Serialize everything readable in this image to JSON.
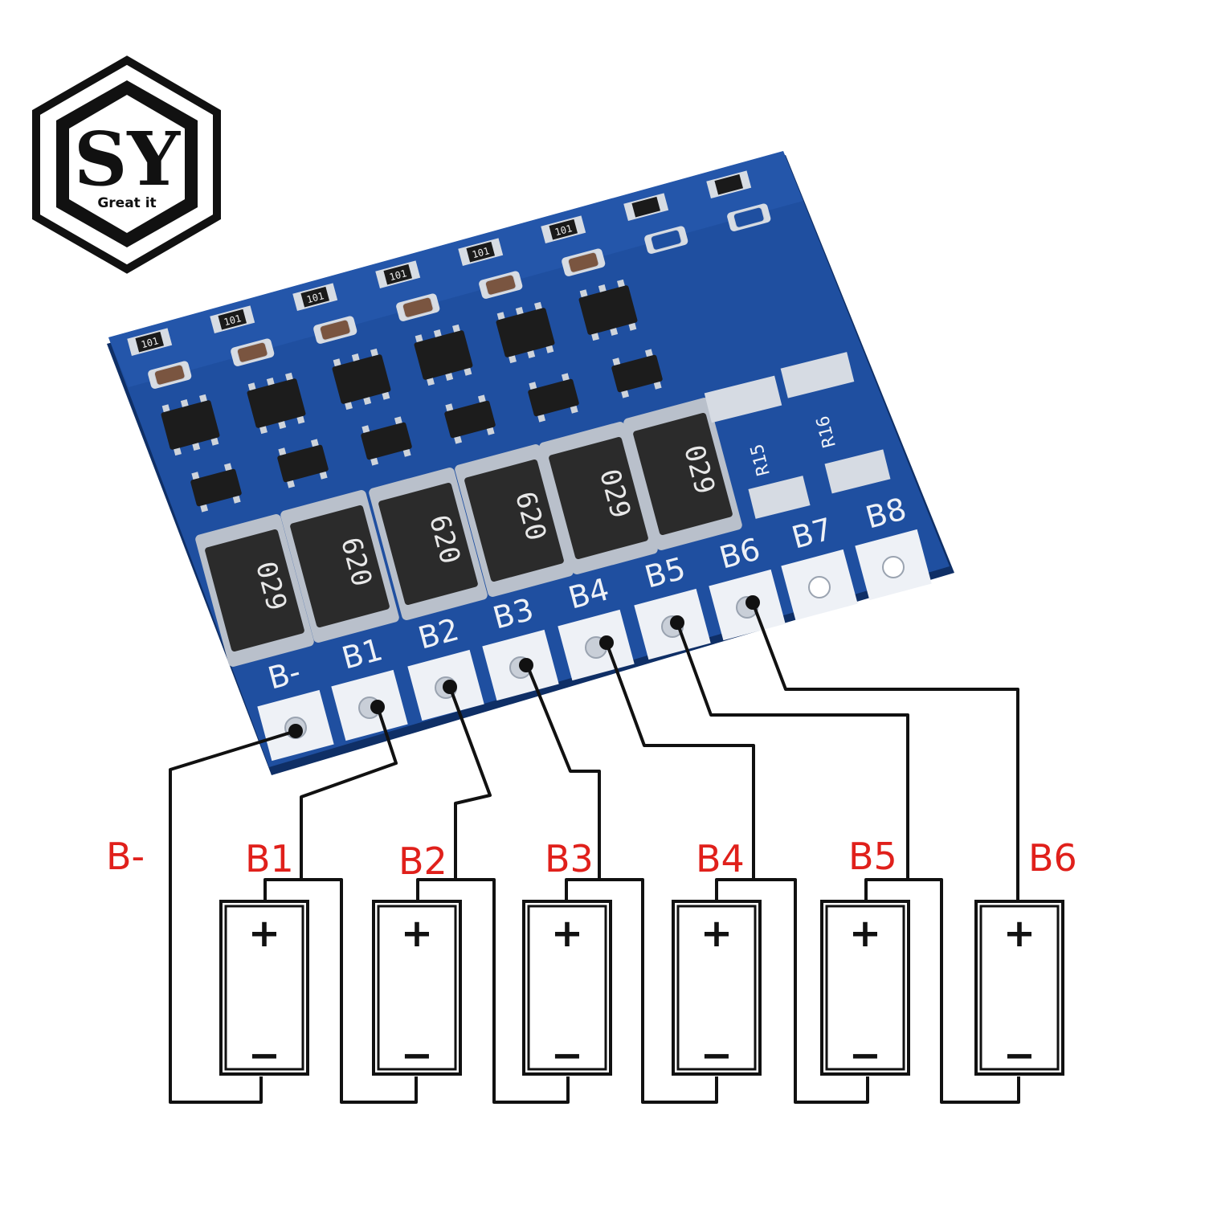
{
  "logo": {
    "letters": "SY",
    "tagline": "Great it"
  },
  "board": {
    "resistor_marks": [
      "029",
      "620",
      "620",
      "620",
      "029",
      "029"
    ],
    "pad_labels": [
      "B-",
      "B1",
      "B2",
      "B3",
      "B4",
      "B5",
      "B6",
      "B7",
      "B8"
    ],
    "big_resistor_labels": [
      "R15",
      "R16"
    ],
    "small_resistor_mark": "101"
  },
  "wiring": {
    "labels": [
      "B-",
      "B1",
      "B2",
      "B3",
      "B4",
      "B5",
      "B6"
    ]
  },
  "cells": {
    "plus": "+",
    "minus": "−"
  },
  "colors": {
    "pcb": "#1f4fa0",
    "pcb_dark": "#153a7a",
    "pad": "#eef1f6",
    "wire": "#111111",
    "label_red": "#e0201b"
  }
}
